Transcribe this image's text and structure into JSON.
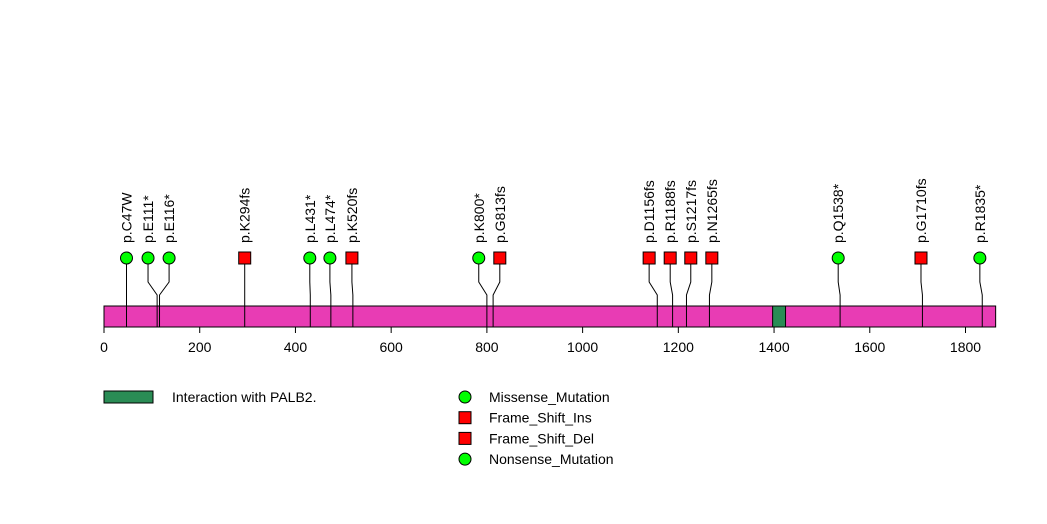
{
  "chart_data": {
    "type": "lollipop",
    "protein_length": 1863,
    "xlim": [
      0,
      1863
    ],
    "x_ticks": [
      0,
      200,
      400,
      600,
      800,
      1000,
      1200,
      1400,
      1600,
      1800
    ],
    "domains": [
      {
        "name": "Interaction with PALB2.",
        "start": 1397,
        "end": 1424,
        "color": "#2a8c55"
      }
    ],
    "backbone_color": "#e83cb4",
    "mutations": [
      {
        "label": "p.C47W",
        "pos": 47,
        "type": "Missense_Mutation",
        "head_pos": 47
      },
      {
        "label": "p.E111*",
        "pos": 111,
        "type": "Nonsense_Mutation",
        "head_pos": 92
      },
      {
        "label": "p.E116*",
        "pos": 116,
        "type": "Nonsense_Mutation",
        "head_pos": 136
      },
      {
        "label": "p.K294fs",
        "pos": 294,
        "type": "Frame_Shift_Del",
        "head_pos": 294
      },
      {
        "label": "p.L431*",
        "pos": 431,
        "type": "Nonsense_Mutation",
        "head_pos": 430
      },
      {
        "label": "p.L474*",
        "pos": 474,
        "type": "Nonsense_Mutation",
        "head_pos": 472
      },
      {
        "label": "p.K520fs",
        "pos": 520,
        "type": "Frame_Shift_Del",
        "head_pos": 518
      },
      {
        "label": "p.K800*",
        "pos": 800,
        "type": "Nonsense_Mutation",
        "head_pos": 783
      },
      {
        "label": "p.G813fs",
        "pos": 813,
        "type": "Frame_Shift_Del",
        "head_pos": 827
      },
      {
        "label": "p.D1156fs",
        "pos": 1156,
        "type": "Frame_Shift_Del",
        "head_pos": 1139
      },
      {
        "label": "p.R1188fs",
        "pos": 1188,
        "type": "Frame_Shift_Del",
        "head_pos": 1183
      },
      {
        "label": "p.S1217fs",
        "pos": 1217,
        "type": "Frame_Shift_Del",
        "head_pos": 1226
      },
      {
        "label": "p.N1265fs",
        "pos": 1265,
        "type": "Frame_Shift_Del",
        "head_pos": 1270
      },
      {
        "label": "p.Q1538*",
        "pos": 1538,
        "type": "Nonsense_Mutation",
        "head_pos": 1534
      },
      {
        "label": "p.G1710fs",
        "pos": 1710,
        "type": "Frame_Shift_Del",
        "head_pos": 1707
      },
      {
        "label": "p.R1835*",
        "pos": 1835,
        "type": "Nonsense_Mutation",
        "head_pos": 1830
      }
    ],
    "legend_domains": [
      {
        "label": "Interaction with PALB2.",
        "color": "#2a8c55"
      }
    ],
    "legend_types": [
      {
        "label": "Missense_Mutation",
        "shape": "circle",
        "color": "#00ff00"
      },
      {
        "label": "Frame_Shift_Ins",
        "shape": "square",
        "color": "#ff0000"
      },
      {
        "label": "Frame_Shift_Del",
        "shape": "square",
        "color": "#ff0000"
      },
      {
        "label": "Nonsense_Mutation",
        "shape": "circle",
        "color": "#00ff00"
      }
    ]
  }
}
